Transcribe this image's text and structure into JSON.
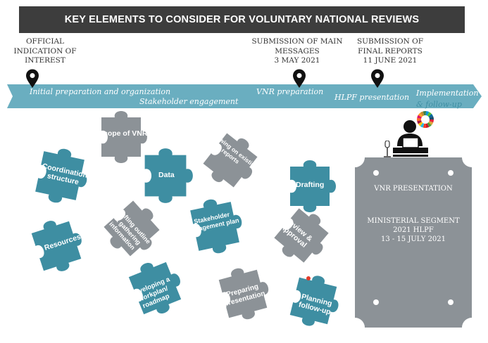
{
  "title": "KEY ELEMENTS TO CONSIDER FOR VOLUNTARY NATIONAL REVIEWS",
  "milestones": [
    {
      "lines": [
        "OFFICIAL",
        "INDICATION OF",
        "INTEREST"
      ]
    },
    {
      "lines": [
        "SUBMISSION OF MAIN",
        "MESSAGES",
        "3 MAY 2021"
      ]
    },
    {
      "lines": [
        "SUBMISSION OF",
        "FINAL REPORTS",
        "11 JUNE 2021"
      ]
    }
  ],
  "phases": [
    "Initial preparation and organization",
    "Stakeholder engagement",
    "VNR preparation",
    "HLPF presentation",
    "Implementation",
    "& follow-up"
  ],
  "pieces": [
    {
      "label": [
        "Coordination",
        "structure"
      ],
      "color": "#3e8ea2"
    },
    {
      "label": [
        "Scope of VNR"
      ],
      "color": "#8c9297"
    },
    {
      "label": [
        "Data"
      ],
      "color": "#3e8ea2"
    },
    {
      "label": [
        "Drawing on existing",
        "reports"
      ],
      "color": "#8c9297"
    },
    {
      "label": [
        "Drafting"
      ],
      "color": "#3e8ea2"
    },
    {
      "label": [
        "Resources"
      ],
      "color": "#3e8ea2"
    },
    {
      "label": [
        "Drafting outline",
        "& gathering",
        "information"
      ],
      "color": "#8c9297"
    },
    {
      "label": [
        "Stakeholder",
        "engagement plan"
      ],
      "color": "#3e8ea2"
    },
    {
      "label": [
        "Review &",
        "Approval"
      ],
      "color": "#8c9297"
    },
    {
      "label": [
        "Developing a",
        "workplan/",
        "roadmap"
      ],
      "color": "#3e8ea2"
    },
    {
      "label": [
        "Preparing",
        "presentation"
      ],
      "color": "#8c9297"
    },
    {
      "label": [
        "Planning",
        "follow-up"
      ],
      "color": "#3e8ea2"
    }
  ],
  "panel": {
    "heading": "VNR PRESENTATION",
    "lines": [
      "MINISTERIAL SEGMENT",
      "2021 HLPF",
      "13 - 15 JULY 2021"
    ]
  },
  "icons": [
    "map-pin-icon",
    "presenter-icon",
    "microphone-icon",
    "sdg-wheel-icon"
  ],
  "colors": {
    "teal": "#3e8ea2",
    "grey": "#8c9297",
    "arrow": "#6aaec0",
    "title_bg": "#3d3d3d",
    "panel": "#8c9297"
  }
}
